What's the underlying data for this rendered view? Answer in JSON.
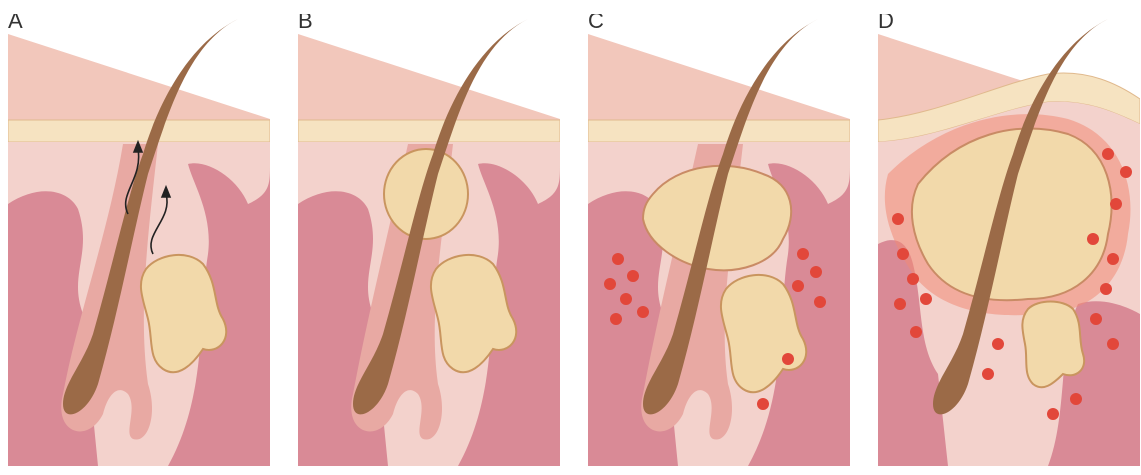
{
  "panels": [
    {
      "label": "A",
      "stage": "normal-follicle",
      "show_arrows": true,
      "show_cells": false,
      "show_inflammation": false
    },
    {
      "label": "B",
      "stage": "comedone",
      "show_arrows": false,
      "show_cells": false,
      "show_inflammation": false
    },
    {
      "label": "C",
      "stage": "papule",
      "show_arrows": false,
      "show_cells": true,
      "show_inflammation": false
    },
    {
      "label": "D",
      "stage": "nodule",
      "show_arrows": false,
      "show_cells": true,
      "show_inflammation": true
    }
  ],
  "colors": {
    "epidermis_top": "#f2c7bb",
    "epidermis_bottom": "#e8a9a3",
    "cream_layer": "#f6e3c1",
    "dermis": "#d98a96",
    "dermis_light": "#f3c9c6",
    "hair": "#9b6a47",
    "gland": "#f2d9aa",
    "gland_outline": "#c9955f",
    "red_cell": "#e2473a",
    "inflammation": "#f08a76"
  }
}
